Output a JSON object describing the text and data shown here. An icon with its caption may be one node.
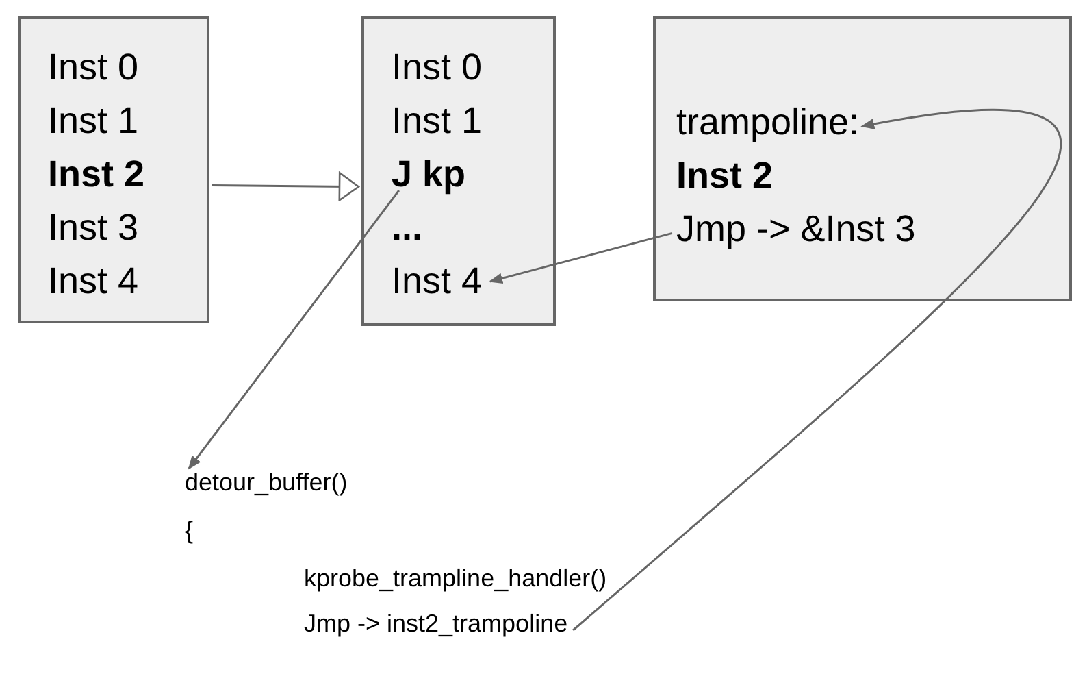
{
  "diagram": {
    "nodes": [
      {
        "text": [],
        "shape": "box"
      },
      {
        "text": [
          "Inst 0"
        ],
        "in": 0
      },
      {
        "text": [
          "Inst 1"
        ],
        "in": 0
      },
      {
        "text": [
          "Inst 2"
        ],
        "in": 0
      },
      {
        "text": [
          "Inst 3"
        ],
        "in": 0
      },
      {
        "text": [
          "Inst 4"
        ],
        "in": 0
      },
      {
        "text": [],
        "shape": "box"
      },
      {
        "text": [
          "Inst 0"
        ],
        "in": 6
      },
      {
        "text": [
          "Inst 1"
        ],
        "in": 6
      },
      {
        "text": [
          "J kp"
        ],
        "in": 6
      },
      {
        "text": [
          "..."
        ],
        "in": 6
      },
      {
        "text": [
          "Inst 4"
        ],
        "in": 6
      },
      {
        "text": [],
        "shape": "box"
      },
      {
        "text": [
          "trampoline:"
        ],
        "in": 12
      },
      {
        "text": [
          "Inst 2"
        ],
        "in": 12
      },
      {
        "text": [
          "Jmp -> &Inst 3"
        ],
        "in": 12
      },
      {
        "text": [
          "detour_buffer()"
        ]
      },
      {
        "text": [
          "{"
        ]
      },
      {
        "text": [
          "kprobe_trampline_handler()"
        ]
      },
      {
        "text": [
          "Jmp -> inst2_trampoline"
        ]
      }
    ],
    "edges": [
      {
        "from": 0,
        "to": 6,
        "arrow": "to"
      },
      {
        "from": 9,
        "to": 16,
        "arrow": "to"
      },
      {
        "from": 15,
        "to": 11,
        "arrow": "to"
      },
      {
        "from": 19,
        "to": 13,
        "arrow": "to"
      }
    ]
  }
}
